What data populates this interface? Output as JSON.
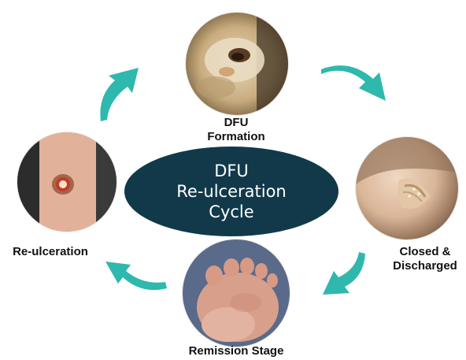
{
  "colors": {
    "arrow": "#2fb8ad",
    "center_fill": "#11394a",
    "center_text": "#ffffff",
    "label_text": "#111111"
  },
  "center": {
    "lines": [
      "DFU",
      "Re-ulceration",
      "Cycle"
    ]
  },
  "stages": {
    "formation": {
      "line1": "DFU",
      "line2": "Formation"
    },
    "closed": {
      "line1": "Closed &",
      "line2": "Discharged"
    },
    "remission": {
      "line1": "Remission Stage"
    },
    "reulceration": {
      "line1": "Re-ulceration"
    }
  },
  "arrows": [
    "arrow-right-icon",
    "arrow-right-icon",
    "arrow-left-icon",
    "arrow-up-icon"
  ]
}
